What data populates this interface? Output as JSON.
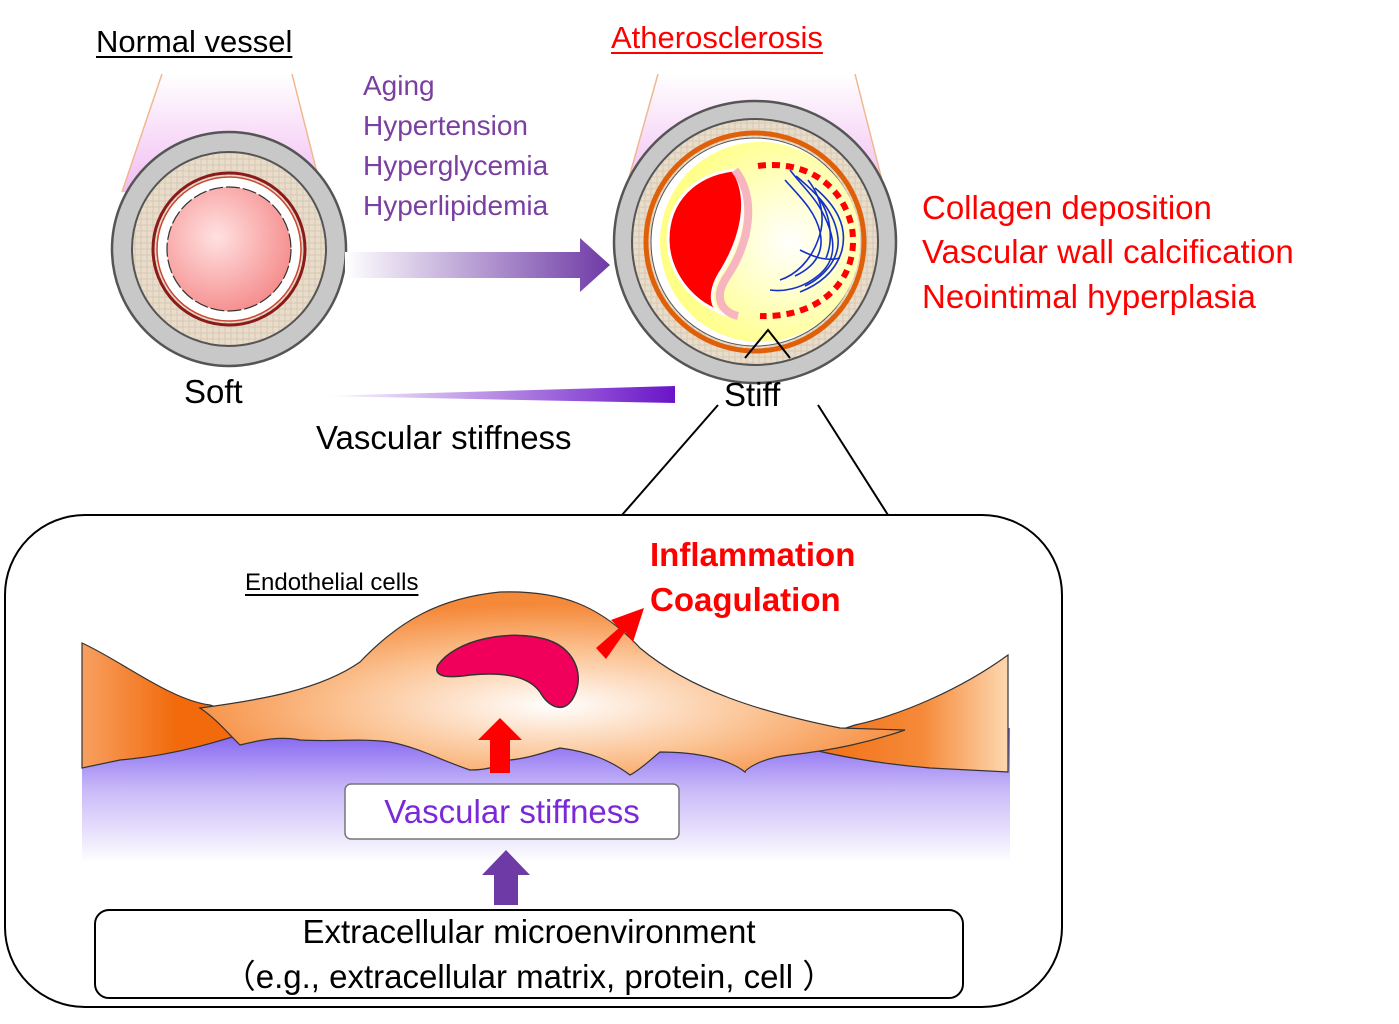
{
  "top": {
    "normal_title": "Normal vessel",
    "athero_title": "Atherosclerosis",
    "risk_factors": [
      "Aging",
      "Hypertension",
      "Hyperglycemia",
      "Hyperlipidemia"
    ],
    "changes": [
      "Collagen deposition",
      "Vascular wall calcification",
      "Neointimal hyperplasia"
    ],
    "soft_label": "Soft",
    "stiff_label": "Stiff",
    "stiffness_label": "Vascular stiffness"
  },
  "bottom": {
    "endothelial_label": "Endothelial cells",
    "effects": [
      "Inflammation",
      "Coagulation"
    ],
    "stiffness_box": "Vascular stiffness",
    "micro_line1": "Extracellular microenvironment",
    "micro_line2": "（e.g., extracellular matrix, protein, cell ）"
  },
  "colors": {
    "purple": "#7a3fa0",
    "red": "#ff0000",
    "orange": "#f26a0c",
    "plaque_yellow": "#ffff99",
    "nucleus": "#f0005a"
  }
}
